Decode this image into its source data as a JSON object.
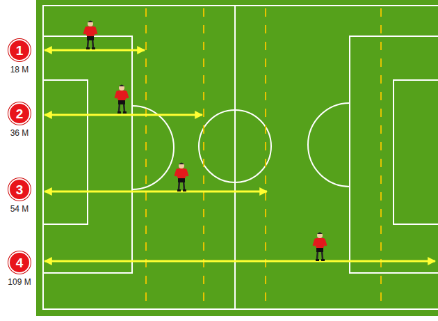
{
  "diagram": {
    "nodes": [
      {
        "text": [
          "1",
          "18 M"
        ]
      },
      {
        "text": [
          "2",
          "36 M"
        ]
      },
      {
        "text": [
          "3",
          "54 M"
        ]
      },
      {
        "text": [
          "4",
          "109 M"
        ]
      }
    ]
  }
}
